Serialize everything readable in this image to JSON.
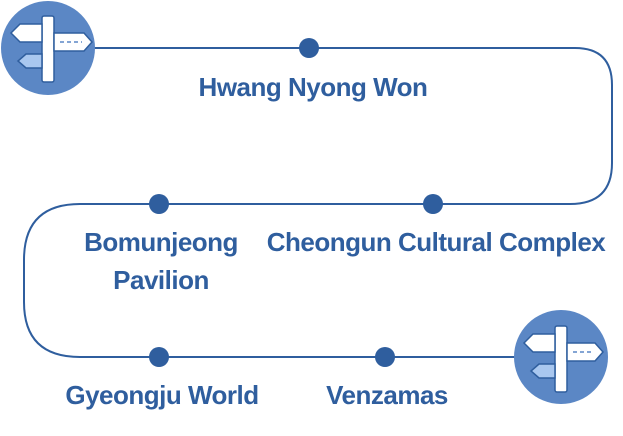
{
  "route": {
    "stops": [
      {
        "id": "hwang-nyong-won",
        "name": "Hwang Nyong Won"
      },
      {
        "id": "cheongun",
        "name": "Cheongun Cultural Complex"
      },
      {
        "id": "bomunjeong",
        "name_line1": "Bomunjeong",
        "name_line2": "Pavilion"
      },
      {
        "id": "gyeongju-world",
        "name": "Gyeongju World"
      },
      {
        "id": "venzamas",
        "name": "Venzamas"
      }
    ]
  },
  "colors": {
    "line": "#2f5e9e",
    "dot": "#2f5e9e",
    "icon_circle": "#5b87c5",
    "label": "#2f5e9e"
  },
  "icons": {
    "start": "signpost-icon",
    "end": "signpost-icon"
  }
}
